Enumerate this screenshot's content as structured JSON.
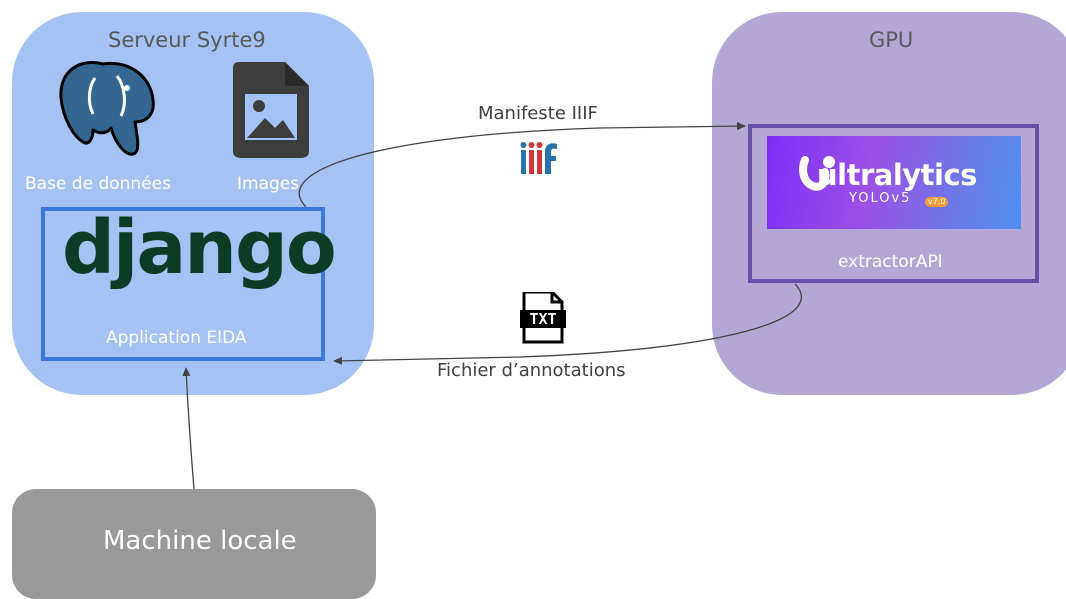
{
  "server": {
    "title": "Serveur Syrte9",
    "database_label": "Base de données",
    "database_icon": "postgresql-elephant-icon",
    "images_label": "Images",
    "images_icon": "image-file-icon",
    "app_logo_text": "django",
    "app_label": "Application EIDA"
  },
  "gpu": {
    "title": "GPU",
    "logo_text": "ultralytics",
    "logo_subtext": "YOLOv5",
    "logo_badge": "v7.0",
    "api_label": "extractorAPI"
  },
  "arrows": {
    "manifest_label": "Manifeste IIIF",
    "manifest_icon": "iiif-logo-icon",
    "annotations_label": "Fichier d’annotations",
    "annotations_icon": "txt-file-icon",
    "annotations_icon_text": "TXT"
  },
  "local": {
    "label": "Machine locale"
  },
  "colors": {
    "server_bg": "#a4c2f4",
    "gpu_bg": "#b4a7d6",
    "local_bg": "#999999",
    "django_border": "#3c78d8",
    "gpu_border": "#674ea7",
    "django_green": "#0c3c26",
    "iiif_red": "#d0353b",
    "iiif_blue": "#2873ab"
  }
}
